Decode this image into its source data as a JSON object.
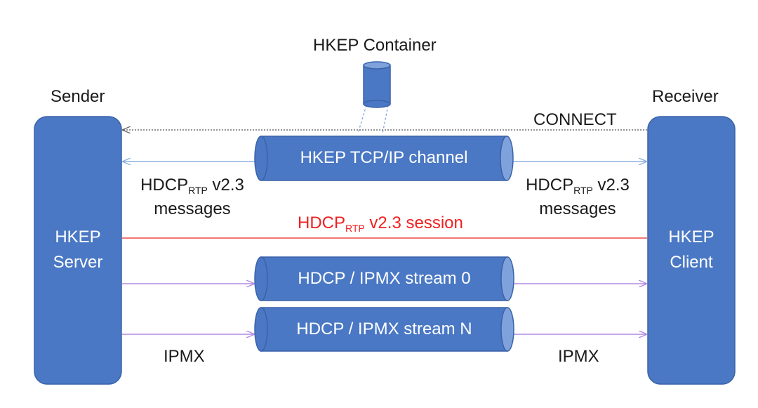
{
  "colors": {
    "block_fill": "#4a78c4",
    "block_stroke": "#3a62a8",
    "block_end": "#7fa2dd",
    "connect_line": "#555555",
    "hdcp_line": "#8fb0e0",
    "session_line": "#f04848",
    "session_text": "#f02020",
    "stream_line": "#b48ae0",
    "container_line": "#7fa2dd"
  },
  "labels": {
    "container": "HKEP Container",
    "sender": "Sender",
    "receiver": "Receiver",
    "connect": "CONNECT",
    "left_hdcp_main": "HDCP",
    "left_hdcp_sub": "RTP",
    "left_hdcp_tail": " v2.3",
    "left_messages": "messages",
    "right_hdcp_main": "HDCP",
    "right_hdcp_sub": "RTP",
    "right_hdcp_tail": " v2.3",
    "right_messages": "messages",
    "session_main": "HDCP",
    "session_sub": "RTP",
    "session_tail": " v2.3 session",
    "ipmx_left": "IPMX",
    "ipmx_right": "IPMX"
  },
  "blocks": {
    "server_line1": "HKEP",
    "server_line2": "Server",
    "client_line1": "HKEP",
    "client_line2": "Client"
  },
  "pipes": {
    "channel": "HKEP TCP/IP channel",
    "stream0": "HDCP / IPMX stream 0",
    "streamN": "HDCP / IPMX stream N"
  }
}
